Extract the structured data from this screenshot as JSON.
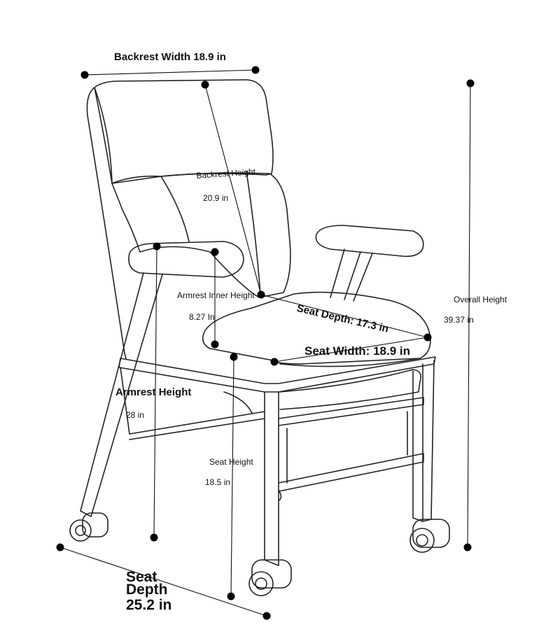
{
  "colors": {
    "line": "#111111",
    "outline": "#222222",
    "background": "#ffffff"
  },
  "dimensions": {
    "backrest_width": "Backrest Width 18.9 in",
    "backrest_height_label": "Backrest Height",
    "backrest_height_value": "20.9 in",
    "armrest_inner_height_label": "Armrest Inner Height",
    "armrest_inner_height_value": "8.27 In",
    "seat_depth_top": "Seat Depth: 17.3 in",
    "seat_width": "Seat Width: 18.9 in",
    "overall_height_label": "Overall Height",
    "overall_height_value": "39.37 in",
    "armrest_height_label": "Armrest Height",
    "armrest_height_value": "28 in",
    "seat_height_label": "Seat Height",
    "seat_height_value": "18.5 in",
    "seat_depth_bottom_1": "Seat",
    "seat_depth_bottom_2": "Depth",
    "seat_depth_bottom_3": "25.2 in"
  }
}
